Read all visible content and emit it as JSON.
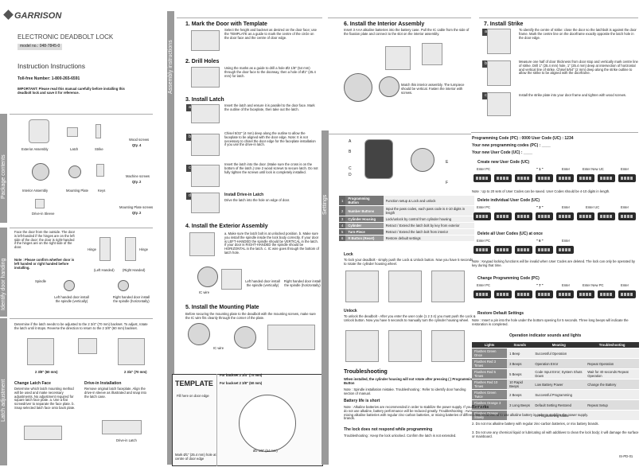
{
  "brand": "GARRISON",
  "product_title": "ELECTRONIC DEADBOLT LOCK",
  "model": "model no.: 048-7845-0",
  "instructions_title": "Instruction Instructions",
  "toll_free": "Toll-free Number: 1-800-265-6591",
  "important": "IMPORTANT: Please read this manual carefully before installing this deadbolt lock and save it for reference.",
  "side_labels": {
    "package": "Package contents",
    "handing": "Identify door handing",
    "latch_adj": "Latch adjustment",
    "assembly": "Assembly instructions",
    "settings": "Settings"
  },
  "package_items": [
    "Exterior Assembly",
    "Latch",
    "Strike",
    "Wood screws",
    "Qty. 4",
    "Interior Assembly",
    "Mounting Plate",
    "Keys",
    "Machine screws",
    "Qty. 2",
    "Drive-in Sleeve",
    "Mounting Plate screws",
    "Qty. 2"
  ],
  "handing": {
    "text": "Face the door from the outside. The door is left-handed if the hinges are on the left side of the door; the door is right-handed if the hinges are on the right side of the door.",
    "note": "Note : Please confirm whether door is left handed or right handed before installing.",
    "hinge": "Hinge",
    "left": "(Left Handed)",
    "right": "(Right Handed)",
    "spindle": "Spindle",
    "lh_install": "Left handed door install the spindle (vertically)",
    "rh_install": "Right handed door install the spindle (horizontally)"
  },
  "latch_adj": {
    "text": "Determine if the latch needs to be adjusted to the 2 3/4\" (70 mm) backset. To adjust, rotate the latch until it stops. Reverse the direction to return to the 2 3/8\" (60 mm) backset.",
    "m60": "2 3/8\" (60 mm)",
    "m70": "2 3/4\" (70 mm)",
    "change_title": "Change Latch Face",
    "change_text": "Determine which latch mounting method will be used and make necessary adjustments. No adjustment required for square latch face plate. a. Use a flat screwdriver to separate the face plate. b. Snap selected latch face onto back plate.",
    "drive_title": "Drive-in Installation",
    "drive_text": "Remove original latch faceplate. Align the drive-in sleeve as illustrated and snap into the latch case.",
    "drive_label": "Drive-in Latch"
  },
  "step1": {
    "title": "1. Mark the Door with Template",
    "text": "Select the height and backset as desired on the door face; use the TEMPLATE as a guide to mark the centre of the circle on the door face and the centre of door edge."
  },
  "step2": {
    "title": "2. Drill Holes",
    "text": "Using the marks as a guide to drill a hole Ø2 1/8\" (54 mm) through the door face to the doorway, then a hole of Ø1\" (25.4 mm) for latch."
  },
  "step3": {
    "title": "3. Install Latch",
    "a": "Insert the latch and ensure it is parallel to the door face. Mark the outline of the faceplate, then take out the latch.",
    "b": "Chisel 5/32\" (4 mm) deep along the outline to allow the faceplate to be aligned with the door edge. Note: It is not necessary to chisel the door edge for the faceplate installation if you use the drive-in latch.",
    "c": "Insert the latch into the door. (Make sure the cross is on the bottom of the latch.) Use 2 wood screws to secure latch. Do not fully tighten the screws until lock is completely installed.",
    "d_title": "Install Drive-in Latch",
    "d": "Drive the latch into the hole on edge of door."
  },
  "step4": {
    "title": "4. Install the Exterior Assembly",
    "text": "a. Make sure the latch bolt is at unlocked position. b. Make sure you install the spindle inside the lock body correctly. If your door is LEFT-HANDED the spindle should be VERTICAL in the latch. If your door is RIGHT-HANDED the spindle should be HORIZONTAL in the latch. c. IC wire goes through the bottom of latch hole.",
    "lh": "Left handed door install the spindle (vertically)",
    "rh": "Right handed door install the spindle (horizontally)",
    "ic": "IC wire"
  },
  "step5": {
    "title": "5. Install the Mounting Plate",
    "text": "Before securing the mounting plate to the deadbolt with the mounting screws, make sure the IC wire fits cleanly through the corner of the plate.",
    "ic": "IC wire"
  },
  "template": {
    "title": "TEMPLATE",
    "edge": "Fill here on door edge",
    "b70": "For backset 2 3/4\" (70 mm)",
    "b60": "For backset 2 3/8\" (60 mm)",
    "marks": "Mark Ø1\" (25.4 mm) hole at centre of door edge",
    "dia": "Ø2 1/8\" (54 mm)"
  },
  "step6": {
    "title": "6. Install the Interior Assembly",
    "text": "Insert 3 AAA alkaline batteries into the battery case. Pull the IC cable from the side of the fixation plate and connect to the slot on the interior assembly.",
    "match": "Match this interior assembly. The turnpiece should be vertical. Fasten the interior with screws."
  },
  "step7": {
    "title": "7. Install Strike",
    "a": "To identify the centre of strike: close the door so the latchbolt is against the door frame. Mark the centre line on the doorframe exactly opposite the latch hole in the door edge.",
    "b": "Measure one half of door thickness from door stop and vertically mark centre line of strike. Drill 1\" (25.4 mm) hole, 1\" (25.4 mm) deep at intersection of horizontal and vertical line of strike. Chisel 5/64\" (2 mm) deep along the strike outline to allow the strike to be aligned with the doorframe.",
    "c": "Install the strike plate into your door frame and tighten with wood screws."
  },
  "parts": [
    {
      "n": "1",
      "name": "Programming Button",
      "desc": "Function setup & Lock and unlock"
    },
    {
      "n": "2",
      "name": "Number Buttons",
      "desc": "Input the pass codes, each pass code is 4-10 digits in length"
    },
    {
      "n": "3",
      "name": "Cylinder Housing",
      "desc": "Lock/unlock by control from cylinder housing"
    },
    {
      "n": "4",
      "name": "Cylinder",
      "desc": "Retract / Extend the latch bolt by key from exterior"
    },
    {
      "n": "5",
      "name": "Turn-Piece",
      "desc": "Retract / Extend the latch bolt from interior"
    },
    {
      "n": "6",
      "name": "R Button (Reset)",
      "desc": "Restore default settings"
    }
  ],
  "lock": {
    "title": "Lock",
    "text": "To lock your deadbolt - simply push the Lock & Unlock button. Now you have 5 seconds to rotate the cylinder housing wheel."
  },
  "unlock": {
    "title": "Unlock",
    "text": "To unlock the deadbolt - After you enter the user code (1 2 3 4) you must push the Lock & Unlock button. Now you have 5 seconds to manually turn the cylinder housing wheel."
  },
  "trouble": {
    "title": "Troubleshooting",
    "q1": "When installed, the cylinder housing will not rotate after pressing ( ) Programming Button",
    "a1": "Note : Spindle installation mistake. Troubleshooting : Refer to identify door handing section of manual.",
    "q2": "Battery life is short",
    "a2": "Note : Alkaline batteries are recommended in order to stabilize the power supply. If you do not use alkaline, battery performance will be reduced greatly. Troubleshooting : Avoid mixing alkaline batteries with regular zinc-carbon batteries, or mixing batteries of different brands.",
    "q3": "The lock does not respond while programming",
    "a3": "Troubleshooting : Keep the lock unlocked. Confirm the latch is not extended."
  },
  "codes_header": "Programming Code (PC) : 0000    User Code (UC) : 1234",
  "codes_new_pc": "Your new programming codes (PC) : ____",
  "codes_new_uc": "Your new User Code (UC) : ____",
  "create_uc": "Create new User Code (UC)",
  "create_note": "Note : Up to 20 sets of User Codes can be saved. User Codes should be 4-10 digits in length.",
  "delete_uc": "Delete individual User Code (UC)",
  "delete_all": "Delete all User Codes (UC) at once",
  "delete_note": "Note : Keypad locking functions will be invalid when User Codes are deleted. The lock can only be operated by key during that time.",
  "change_pc": "Change Programming Code (PC)",
  "restore": "Restore Default Settings",
  "restore_note": "Note : Insert a pin into the hole under the bottom opening for 5 seconds. Three long beeps will indicate the restoration is completed.",
  "seq_labels": {
    "enter_pc": "Enter PC",
    "enter": "Enter",
    "enter_new_uc": "Enter New UC",
    "enter_uc": "Enter UC",
    "enter_new_pc": "Enter New PC",
    "k1": "\" 1 \"",
    "k3": "\" 3 \"",
    "k6": "\" 6 \"",
    "k7": "\" 7 \""
  },
  "indicators": {
    "title": "Operation indicator sounds and lights",
    "headers": [
      "Lights",
      "Sounds",
      "Meaning",
      "Troubleshooting"
    ],
    "rows": [
      [
        "Flashes Green Once",
        "1 Beep",
        "Successful Operation",
        ""
      ],
      [
        "Flashes Red 3 Times",
        "3 Beeps",
        "Operation Error",
        "Repeat Operation"
      ],
      [
        "Flashes Red 5 Times",
        "5 Beeps",
        "Code Input Error; System Shuts Down",
        "Wait for 40 seconds Repeat Operation"
      ],
      [
        "Flashes Red 10 Times",
        "10 Rapid Beeps",
        "Low Battery Power",
        "Change the Battery"
      ],
      [
        "Flashes Green Twice",
        "2 Beeps",
        "Successful Programming",
        ""
      ],
      [
        "Flashes Orange 3 Times",
        "3 Long Beeps",
        "Default Setting Restored",
        "Repeat Setup"
      ],
      [
        "Flashes Orange Slowly",
        "",
        "In Programming Mode",
        ""
      ]
    ]
  },
  "remarks": {
    "title": "Remarks",
    "items": [
      "1. We recommend to use alkaline battery in order to stabilize the power supply.",
      "2. Do not mix alkaline battery with regular zinc-carbon batteries, or mix battery brands.",
      "3. Do not use any chemical liquid or lubricating oil with additives to clean the lock body; it will damage the surface or mainboard."
    ]
  },
  "footer_code": "IS-PD-01"
}
